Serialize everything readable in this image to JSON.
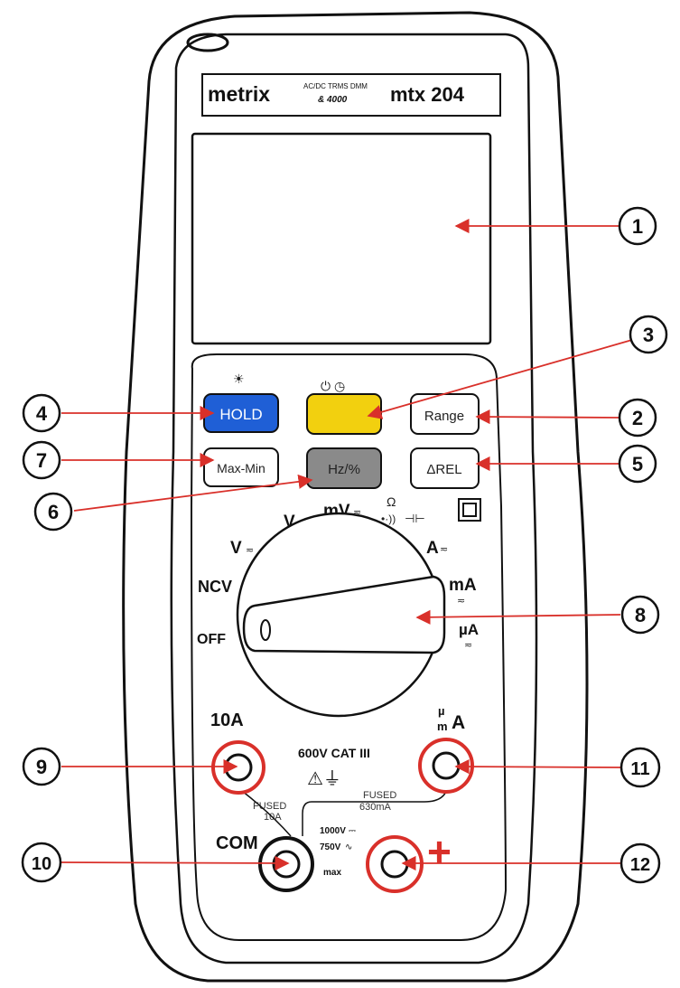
{
  "brand": {
    "maker": "metrix",
    "subtitle_top": "AC/DC TRMS DMM",
    "subtitle_bottom": "& 4000",
    "model": "mtx 204"
  },
  "buttons": {
    "hold": "HOLD",
    "range": "Range",
    "maxmin": "Max-Min",
    "hz": "Hz/%",
    "rel": "ΔREL"
  },
  "dial": {
    "v_ac_dc": "V",
    "v": "V",
    "mv": "mV",
    "ohm": "Ω",
    "a": "A",
    "ma": "mA",
    "ua": "µA",
    "ncv": "NCV",
    "off": "OFF"
  },
  "terminals": {
    "ten_a": "10A",
    "micro_milli_a_top": "µ",
    "micro_milli_a_bottom": "m",
    "micro_milli_a_unit": "A",
    "cat": "600V CAT III",
    "fused_10a_line1": "FUSED",
    "fused_10a_line2": "10A",
    "fused_630_line1": "FUSED",
    "fused_630_line2": "630mA",
    "com": "COM",
    "volt_dc": "1000V",
    "volt_ac": "750V",
    "max": "max",
    "plus": "+"
  },
  "callouts": [
    "1",
    "2",
    "3",
    "4",
    "5",
    "6",
    "7",
    "8",
    "9",
    "10",
    "11",
    "12"
  ],
  "colors": {
    "arrow": "#d9302a",
    "hold": "#1f5fd6",
    "power": "#f2d00f",
    "hz": "#8a8a8a",
    "terminal_ring": "#d9302a",
    "outline": "#111111"
  }
}
